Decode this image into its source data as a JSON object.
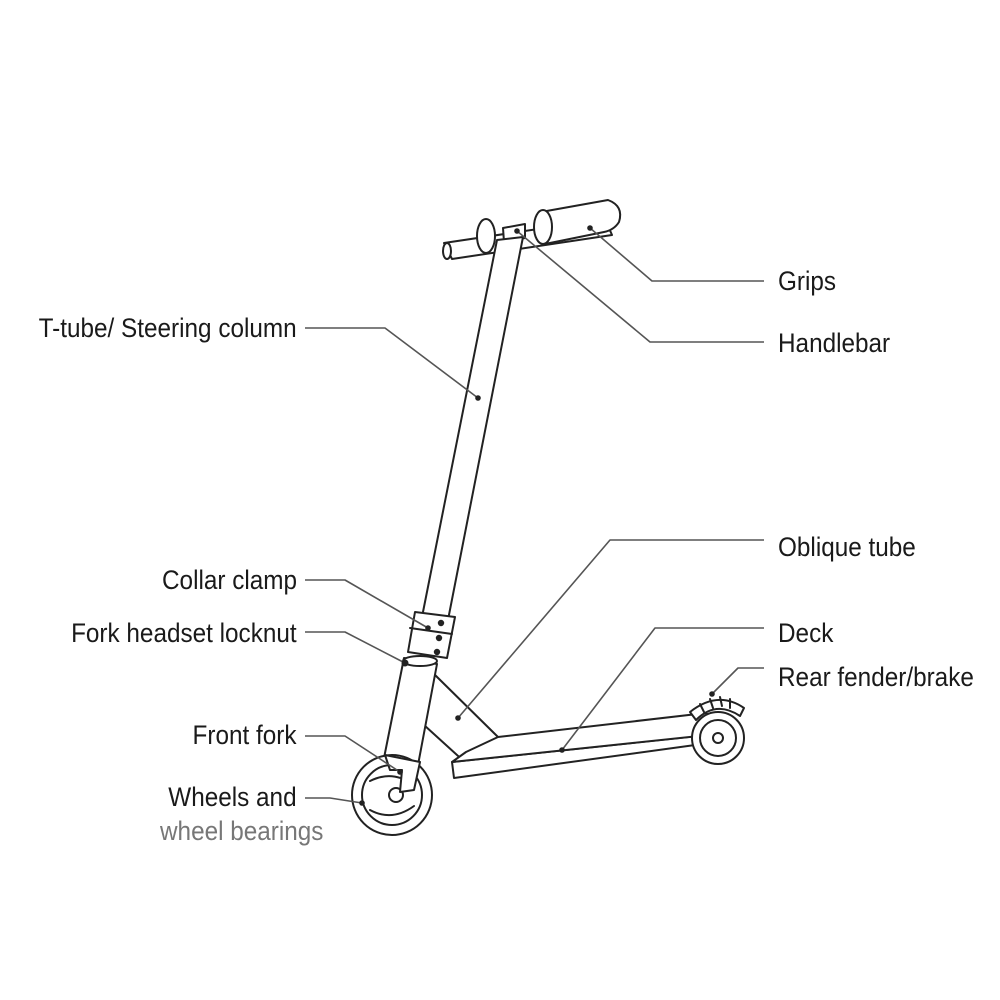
{
  "labels": {
    "grips": "Grips",
    "handlebar": "Handlebar",
    "t_tube": "T-tube/ Steering column",
    "oblique_tube": "Oblique tube",
    "collar_clamp": "Collar clamp",
    "fork_headset_locknut": "Fork headset locknut",
    "deck": "Deck",
    "rear_fender_brake": "Rear fender/brake",
    "front_fork": "Front fork",
    "wheels_line1": "Wheels and",
    "wheels_line2": "wheel bearings"
  },
  "colors": {
    "line": "#222222",
    "leader": "#555555",
    "text": "#1a1a1a"
  }
}
